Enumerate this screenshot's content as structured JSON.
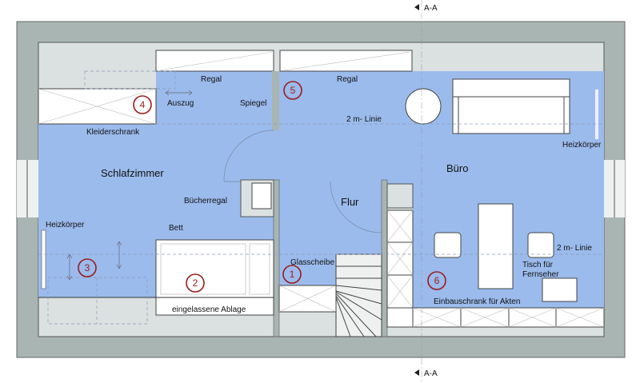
{
  "section_marker": "A-A",
  "rooms": {
    "bedroom": "Schlafzimmer",
    "office": "Büro",
    "hall": "Flur"
  },
  "labels": {
    "regal_left": "Regal",
    "auszug": "Auszug",
    "spiegel": "Spiegel",
    "kleiderschrank": "Kleiderschrank",
    "regal_right": "Regal",
    "line_top": "2 m- Linie",
    "heizkoerper_right": "Heizkörper",
    "buecherregal": "Bücherregal",
    "bett": "Bett",
    "heizkoerper_left": "Heizkörper",
    "glasscheibe": "Glasscheibe",
    "ablage": "eingelassene Ablage",
    "tisch_line1": "Tisch für",
    "tisch_line2": "Fernseher",
    "line_bottom": "2 m- Linie",
    "einbauschrank": "Einbauschrank für Akten"
  },
  "markers": [
    "1",
    "2",
    "3",
    "4",
    "5",
    "6"
  ],
  "colors": {
    "floor": "#9bbbec",
    "wall": "#a9b5b3",
    "marker": "#9b1b1b",
    "slope": "#dbe1e0"
  }
}
